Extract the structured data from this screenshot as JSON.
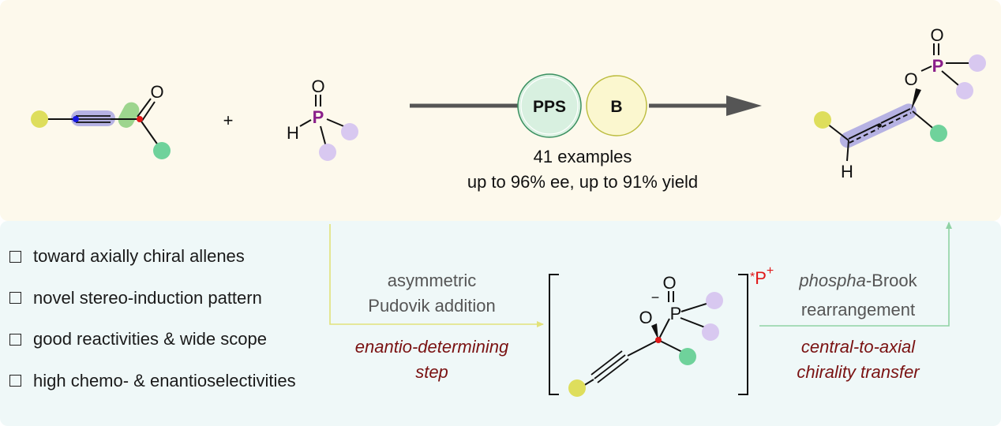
{
  "catalysts": {
    "pps": "PPS",
    "base": "B"
  },
  "conditions": {
    "examples": "41 examples",
    "selectivity": "up to 96% ee, up to 91% yield"
  },
  "plus": "+",
  "atoms": {
    "O": "O",
    "P": "P",
    "H": "H",
    "minus": "−",
    "ion_star": "*",
    "ion_p": "P",
    "ion_plus": "+"
  },
  "steps": {
    "addition_line1": "asymmetric",
    "addition_line2": "Pudovik addition",
    "addition_note_line1": "enantio-determining",
    "addition_note_line2": "step",
    "brook_italic": "phospha",
    "brook_rest": "-Brook",
    "brook_line2": "rearrangement",
    "brook_note_line1": "central-to-axial",
    "brook_note_line2": "chirality transfer"
  },
  "features": [
    "toward axially chiral allenes",
    "novel stereo-induction pattern",
    "good reactivities & wide scope",
    "high chemo- & enantioselectivities"
  ],
  "colors": {
    "top_bg": "#fdf9ec",
    "bottom_bg": "#eff8f8",
    "yellow_sub": "#dede5c",
    "green_sub": "#6fd29b",
    "purple_sub": "#d8c8f0",
    "phosphorus": "#8a1f8a",
    "highlight_purple": "#9d9ae0",
    "highlight_green": "#8ccf7e",
    "dark_red_text": "#7a1212",
    "gray_text": "#555555",
    "yellow_arrow": "#e2e27a",
    "green_arrow": "#8fd2a4",
    "red_atom": "#e01818",
    "blue_atom": "#1818e0"
  }
}
